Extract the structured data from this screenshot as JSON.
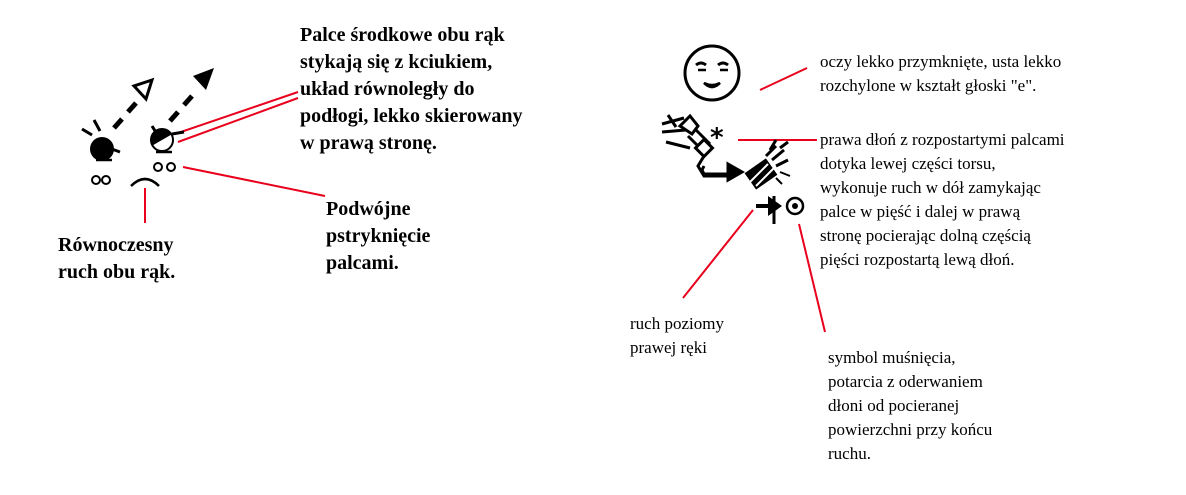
{
  "left_panel": {
    "description": "Palce środkowe obu rąk\nstykają się z kciukiem,\nukład równoległy do\npodłogi, lekko skierowany\nw prawą stronę.",
    "snap_label": "Podwójne\npstryknięcie\npalcami.",
    "simultaneous_label": "Równoczesny\nruch obu rąk."
  },
  "right_panel": {
    "face_label": "oczy lekko przymknięte, usta lekko\nrozchylone w kształt głoski \"e\".",
    "hand_label": "prawa dłoń z rozpostartymi palcami\ndotyka lewej części torsu,\nwykonuje ruch w dół zamykając\npalce w pięść i dalej w prawą\nstronę pocierając dolną częścią\npięści rozpostartą lewą dłoń.",
    "horizontal_label": "ruch poziomy\nprawej ręki",
    "brush_label": "symbol muśnięcia,\npotarcia z oderwaniem\ndłoni od pocieranej\npowierzchni przy końcu\nruchu."
  },
  "colors": {
    "leader_line": "#e8001c",
    "symbol": "#000000",
    "border": "#000000"
  }
}
